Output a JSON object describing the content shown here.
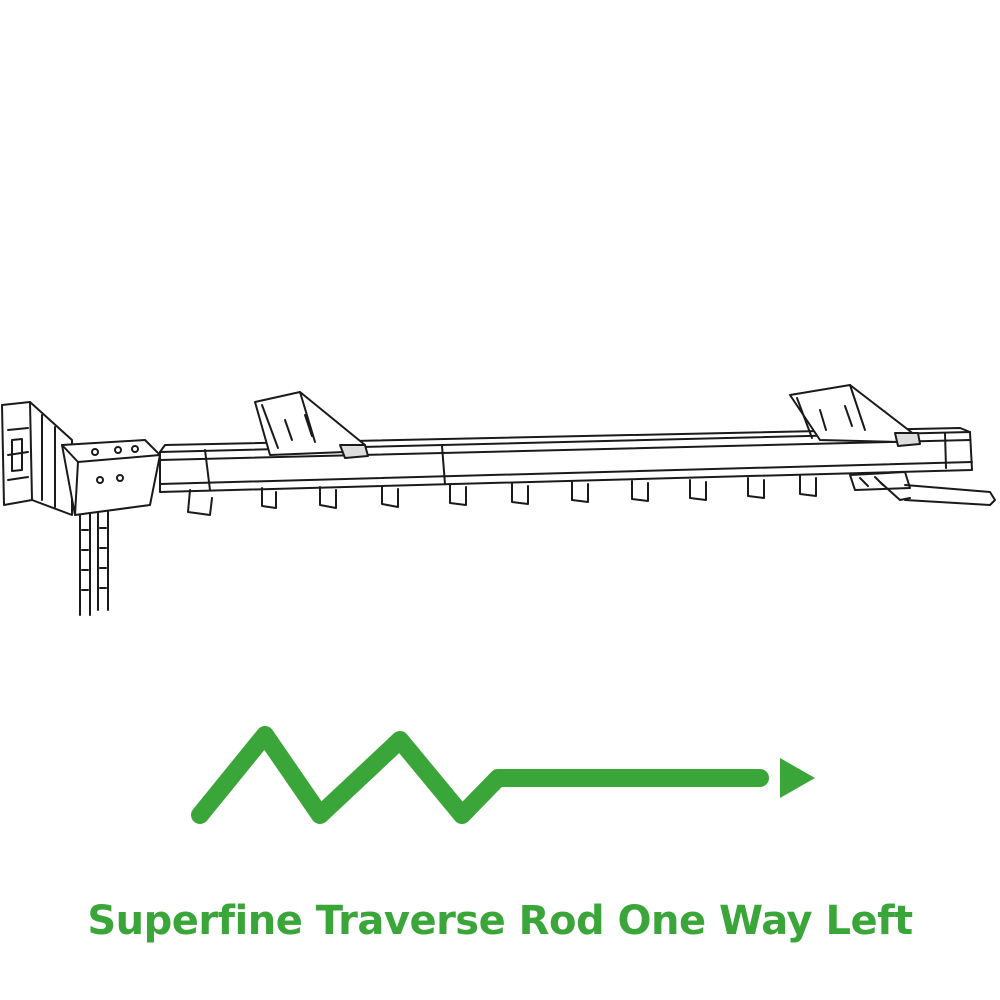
{
  "product": {
    "caption": "Superfine Traverse Rod One Way Left",
    "accent_color": "#3aa63a"
  },
  "illustration": {
    "icon": "traverse-rod-line-drawing"
  },
  "indicator": {
    "icon": "zigzag-arrow-right-icon",
    "direction": "right"
  }
}
